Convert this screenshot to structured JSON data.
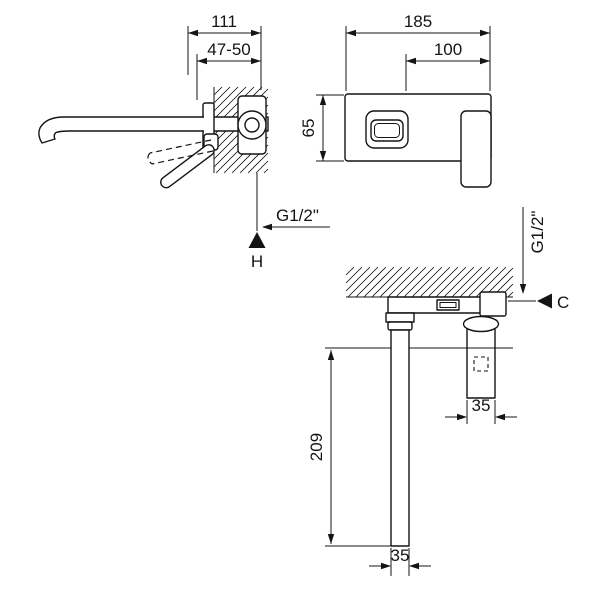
{
  "colors": {
    "line": "#141414",
    "background": "#ffffff"
  },
  "drawing": {
    "side_view": {
      "dim_projection": "111",
      "dim_embed_depth": "47-50",
      "thread_label": "G1/2\"",
      "marker": "H"
    },
    "front_view": {
      "dim_plate_width": "185",
      "dim_spacing": "100",
      "dim_plate_height": "65"
    },
    "bottom_view": {
      "thread_label": "G1/2\"",
      "marker": "C",
      "dim_length": "209",
      "dim_body_width": "35",
      "dim_tube_width": "35"
    }
  }
}
